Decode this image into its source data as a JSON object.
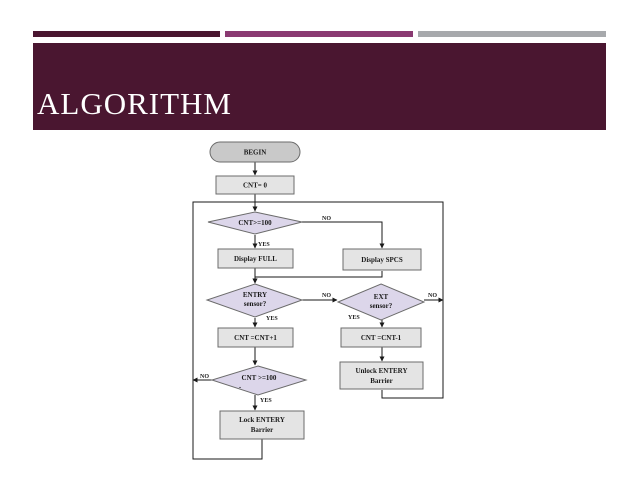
{
  "slide": {
    "title": "ALGORITHM",
    "colors": {
      "banner": "#4a1630",
      "stripe_1": "#4a1630",
      "stripe_2": "#8a3a72",
      "stripe_3": "#a7a9ac",
      "decision_fill": "#dcd6ea",
      "process_fill": "#e4e4e4",
      "terminator_fill": "#c9c9c9"
    }
  },
  "flowchart": {
    "begin": "BEGIN",
    "init": "CNT= 0",
    "cond_full_1": "CNT>=100",
    "display_full": "Display FULL",
    "display_spcs": "Display SPCS",
    "entry_1": "ENTRY",
    "entry_2": "sensor?",
    "ext_1": "EXT",
    "ext_2": "sensor?",
    "inc": "CNT =CNT+1",
    "dec": "CNT =CNT-1",
    "cond_full_2a": "CNT  >=100",
    "cond_full_2b": "-",
    "unlock_1": "Unlock ENTERY",
    "unlock_2": "Barrier",
    "lock_1": "Lock ENTERY",
    "lock_2": "Barrier",
    "labels": {
      "no_1": "NO",
      "yes_1": "YES",
      "no_2": "NO",
      "yes_2": "YES",
      "no_3": "NO",
      "yes_3": "YES",
      "no_4": "NO",
      "yes_4": "YES"
    }
  }
}
